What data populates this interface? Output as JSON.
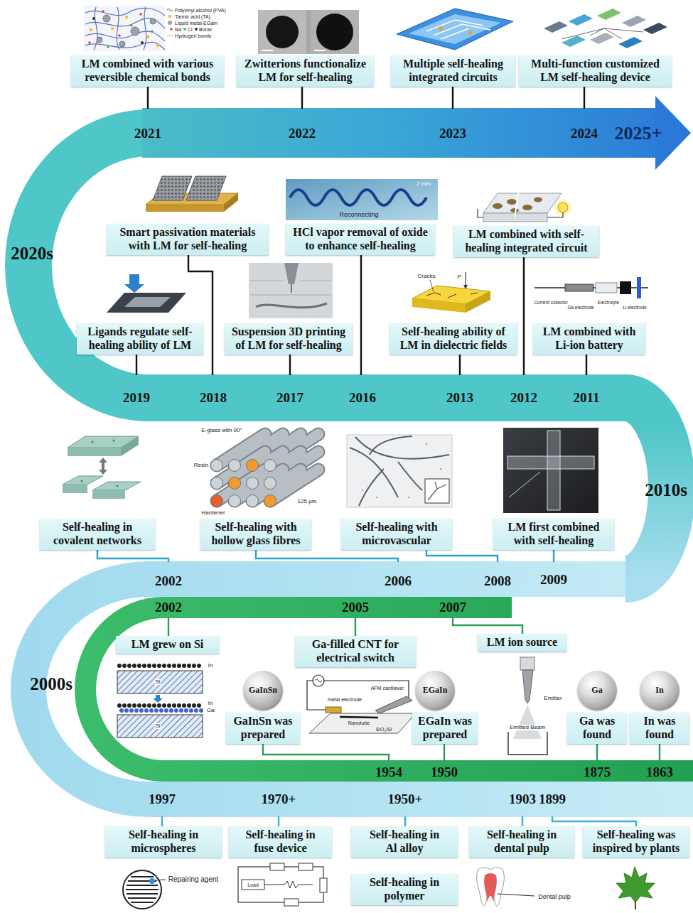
{
  "diagram": {
    "nodes": [
      {
        "text": [
          "LM combined with various reversible chemical bonds"
        ]
      },
      {
        "text": [
          "Zwitterions functionalize LM for self-healing"
        ]
      },
      {
        "text": [
          "Multiple self-healing integrated circuits"
        ]
      },
      {
        "text": [
          "Multi-function customized LM self-healing device"
        ]
      },
      {
        "text": [
          "Smart passivation materials with LM for self-healing"
        ]
      },
      {
        "text": [
          "HCl vapor removal of oxide to enhance self-healing"
        ]
      },
      {
        "text": [
          "LM combined with self-healing integrated circuit"
        ]
      },
      {
        "text": [
          "Ligands regulate self-healing ability of LM"
        ]
      },
      {
        "text": [
          "Suspension 3D printing of LM for self-healing"
        ]
      },
      {
        "text": [
          "Self-healing ability of LM in dielectric fields"
        ]
      },
      {
        "text": [
          "LM combined with Li-ion battery"
        ]
      },
      {
        "text": [
          "Self-healing in covalent networks"
        ]
      },
      {
        "text": [
          "Self-healing with hollow glass fibres"
        ]
      },
      {
        "text": [
          "Self-healing with microvascular"
        ]
      },
      {
        "text": [
          "LM first combined with self-healing"
        ]
      },
      {
        "text": [
          "LM grew on Si"
        ]
      },
      {
        "text": [
          "Ga-filled CNT for electrical switch"
        ]
      },
      {
        "text": [
          "LM ion source"
        ]
      },
      {
        "text": [
          "GaInSn"
        ]
      },
      {
        "text": [
          "GaInSn was prepared"
        ]
      },
      {
        "text": [
          "EGaIn"
        ]
      },
      {
        "text": [
          "EGaIn was prepared"
        ]
      },
      {
        "text": [
          "Ga"
        ]
      },
      {
        "text": [
          "Ga was found"
        ]
      },
      {
        "text": [
          "In"
        ]
      },
      {
        "text": [
          "In was found"
        ]
      },
      {
        "text": [
          "Self-healing in microspheres"
        ]
      },
      {
        "text": [
          "Self-healing in fuse device"
        ]
      },
      {
        "text": [
          "Self-healing in Al alloy"
        ]
      },
      {
        "text": [
          "Self-healing in polymer"
        ]
      },
      {
        "text": [
          "Self-healing in dental pulp"
        ]
      },
      {
        "text": [
          "Self-healing was inspired by plants"
        ]
      }
    ],
    "labels": [
      "Polyvinyl alcohol (PVA)",
      "Tannic acid (TA)",
      "Liquid metal-EGaIn",
      "Na⁺",
      "Cl⁻",
      "Borax",
      "Hydrogen bonds",
      "2021",
      "2022",
      "2023",
      "2024",
      "2025+",
      "2020s",
      "2 mm",
      "Reconnecting",
      "Cracks",
      "P",
      "Current collector",
      "Ga electrode",
      "Electrolyte",
      "Li electrode",
      "2019",
      "2018",
      "2017",
      "2016",
      "2013",
      "2012",
      "2011",
      "2010s",
      "E-glass with 90°",
      "Resin",
      "125 μm",
      "Hardener",
      "2002",
      "2006",
      "2008",
      "2009",
      "2002",
      "2005",
      "2007",
      "2000s",
      "In",
      "Si",
      "In",
      "Ga",
      "Si",
      "AFM cantilever",
      "metal electrode",
      "Nanotube",
      "SiO₂/Si",
      "Emitter",
      "Emitted Beam",
      "1954",
      "1950",
      "1875",
      "1863",
      "1997",
      "1970+",
      "1950+",
      "1903",
      "1899",
      "Repairing agent",
      "Load",
      "Dental pulp"
    ]
  }
}
